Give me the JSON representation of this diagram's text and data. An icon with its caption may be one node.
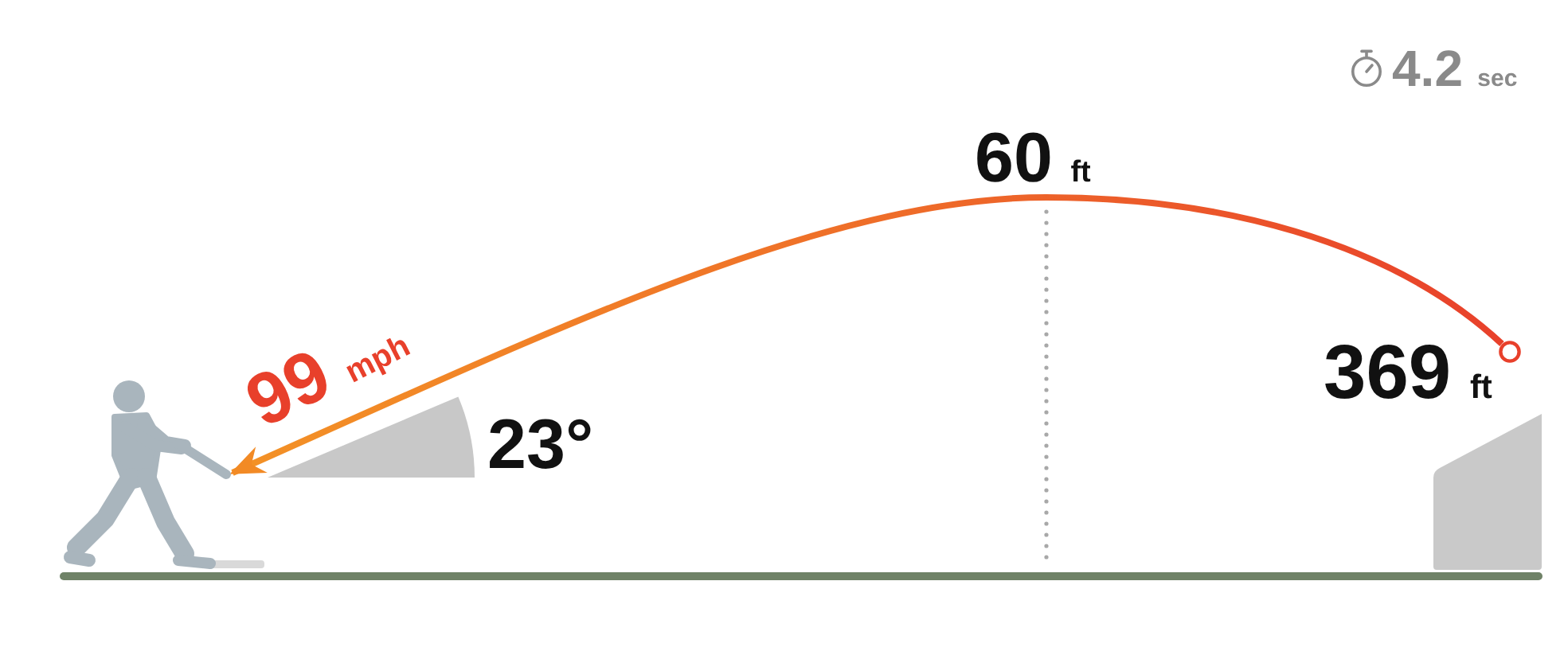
{
  "diagram": {
    "nodes": [
      {
        "text": [],
        "shape": "person"
      },
      {
        "text": [],
        "shape": "circle",
        "beside": [
          "369 ft"
        ]
      }
    ],
    "edges": [
      {
        "from": 1,
        "to": 0,
        "arrow": "to",
        "label": "99 mph"
      }
    ],
    "labels": [
      "4.2 sec",
      "60 ft",
      "23°"
    ]
  }
}
